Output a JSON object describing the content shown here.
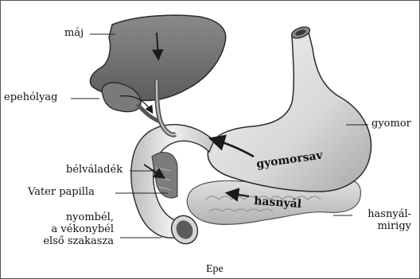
{
  "labels": {
    "liver": "máj",
    "gallbladder": "epehólyag",
    "stomach": "gyomor",
    "bile_duct_contents": "bélváladék",
    "papilla": "Vater papilla",
    "duodenum": [
      "nyombél,",
      "a vékonybél",
      "első szakasza"
    ],
    "pancreas": [
      "hasnyál-",
      "mirigy"
    ],
    "gastric_acid": "gyomorsav",
    "pancreatic_juice": "hasnyál"
  },
  "caption": "Epe",
  "icons": [
    "flow-arrow-icon"
  ],
  "colors": {
    "organ_dark": "#6a6a6a",
    "organ_mid": "#a9a9a9",
    "organ_light": "#e6e6e6",
    "outline": "#2a2a2a"
  }
}
